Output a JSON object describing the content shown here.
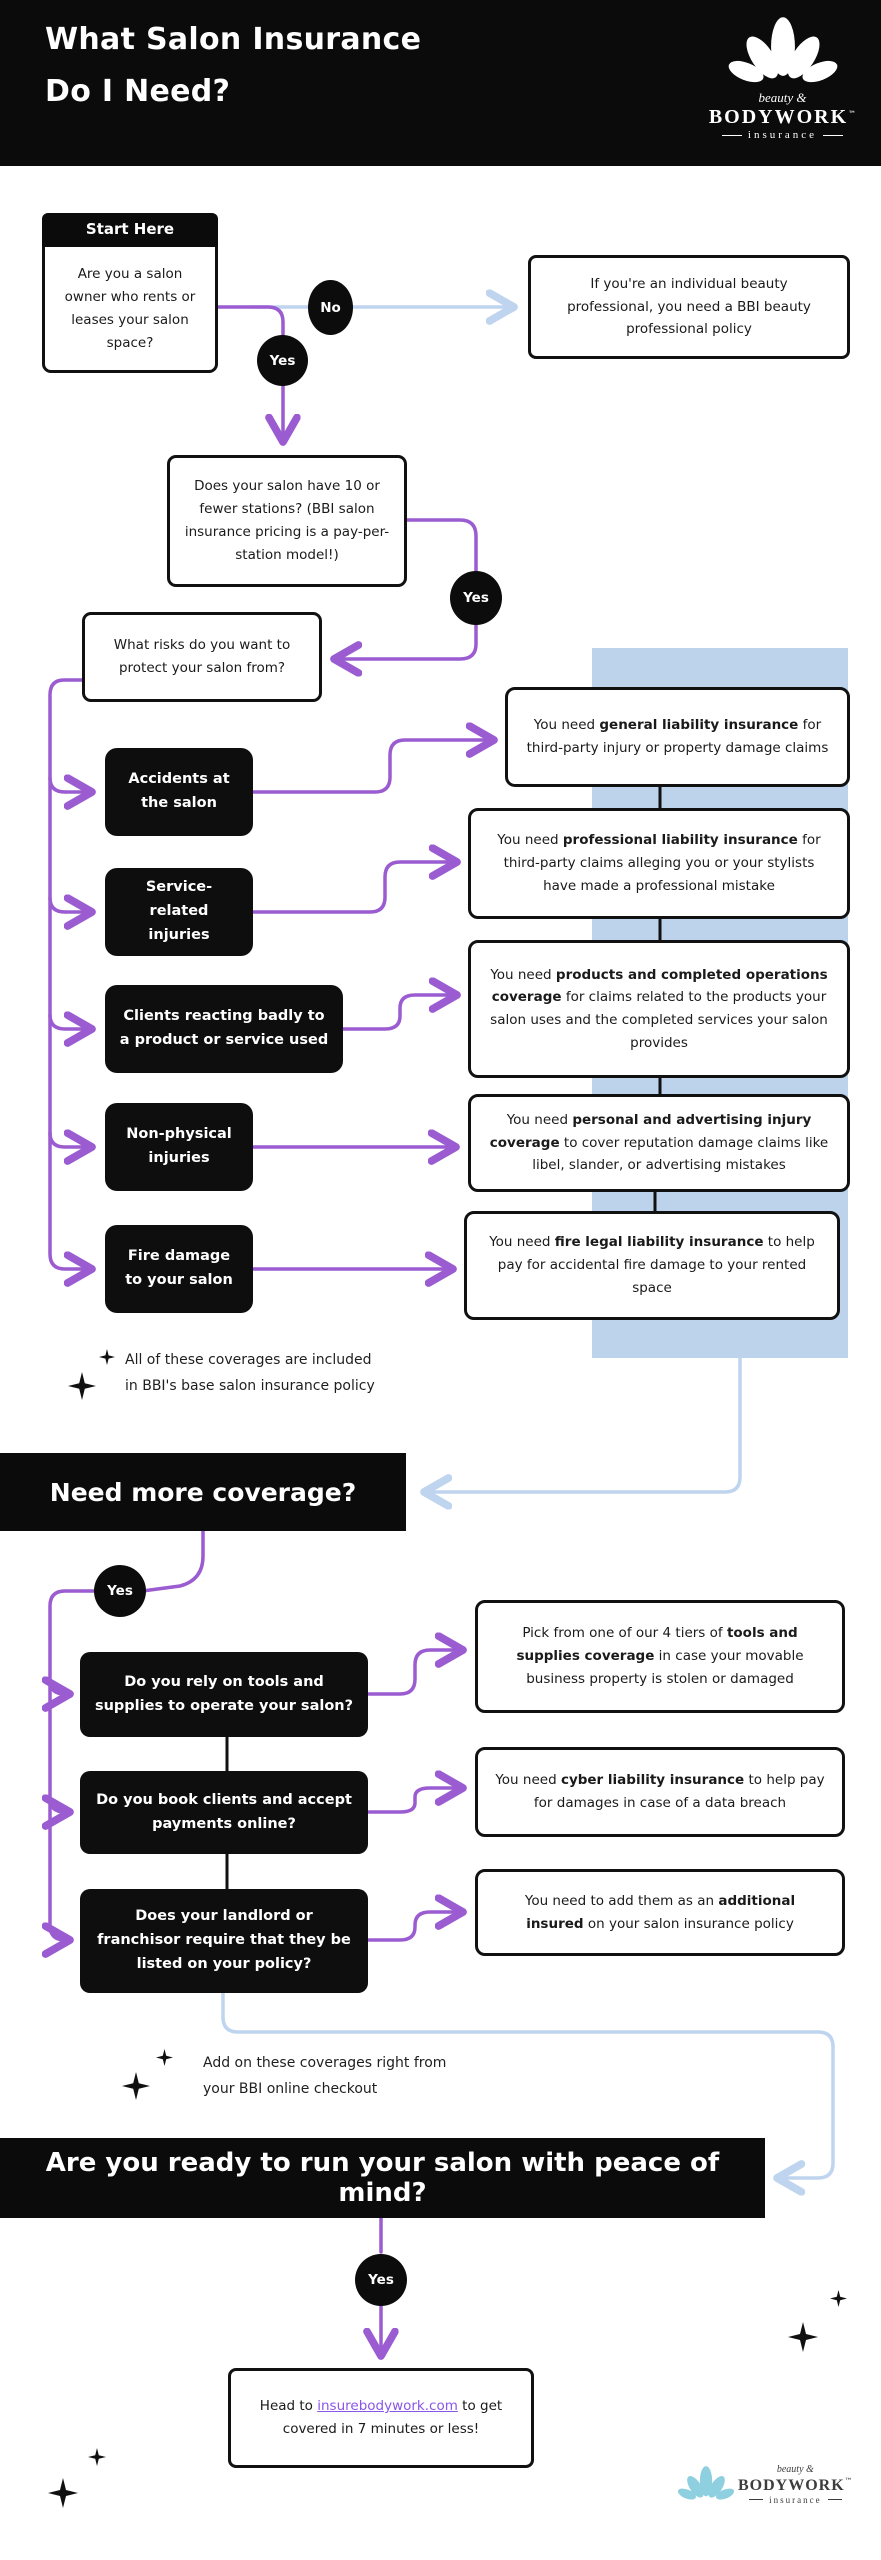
{
  "colors": {
    "purple": "#9a5cd0",
    "light_blue": "#bfd4ee",
    "panel_blue": "#bdd2eb",
    "black": "#0b0b0b",
    "link_purple": "#8a56e8"
  },
  "header": {
    "title_line1": "What Salon Insurance",
    "title_line2": "Do I Need?",
    "logo": {
      "script": "beauty &",
      "word": "BODYWORK",
      "tm": "™",
      "ins": "insurance"
    }
  },
  "flow": {
    "start_label": "Start Here",
    "q1": "Are you a salon owner who rents or leases your salon space?",
    "no_label": "No",
    "yes_label": "Yes",
    "individual_result": "If you're an individual beauty professional, you need a BBI beauty professional policy",
    "q2": "Does your salon have 10 or fewer stations? (BBI salon insurance pricing is a pay-per-station model!)",
    "q3": "What risks do you want to protect your salon from?",
    "risks": [
      {
        "label": "Accidents at the salon",
        "result": [
          {
            "t": "You need "
          },
          {
            "t": "general liability insurance",
            "b": true
          },
          {
            "t": " for third-party injury or property damage claims"
          }
        ]
      },
      {
        "label": "Service-related injuries",
        "result": [
          {
            "t": "You need "
          },
          {
            "t": "professional liability insurance",
            "b": true
          },
          {
            "t": " for third-party claims alleging you or your stylists have made a professional mistake"
          }
        ]
      },
      {
        "label": "Clients reacting badly to a product or service used",
        "result": [
          {
            "t": "You need "
          },
          {
            "t": "products and completed operations coverage",
            "b": true
          },
          {
            "t": " for claims related to the products your salon uses and the completed services your salon provides"
          }
        ]
      },
      {
        "label": "Non-physical injuries",
        "result": [
          {
            "t": "You need "
          },
          {
            "t": "personal and advertising injury coverage",
            "b": true
          },
          {
            "t": " to cover reputation damage claims like libel, slander, or advertising mistakes"
          }
        ]
      },
      {
        "label": "Fire damage to your salon",
        "result": [
          {
            "t": "You need "
          },
          {
            "t": "fire legal liability insurance",
            "b": true
          },
          {
            "t": " to help pay for accidental fire damage to your rented space"
          }
        ]
      }
    ],
    "note1_line1": "All of these coverages are included",
    "note1_line2": "in BBI's base salon insurance policy",
    "more_coverage_banner": "Need more coverage?",
    "addons": [
      {
        "q": "Do you rely on tools and supplies to operate your salon?",
        "result": [
          {
            "t": "Pick from one of our 4 tiers of "
          },
          {
            "t": "tools and supplies coverage",
            "b": true
          },
          {
            "t": " in case your movable business property is stolen or damaged"
          }
        ]
      },
      {
        "q": "Do you book clients and accept payments online?",
        "result": [
          {
            "t": "You need "
          },
          {
            "t": "cyber liability insurance",
            "b": true
          },
          {
            "t": " to help pay for damages in case of a data breach"
          }
        ]
      },
      {
        "q": "Does your landlord or franchisor require that they be listed on your policy?",
        "result": [
          {
            "t": "You need to add them as an "
          },
          {
            "t": "additional insured",
            "b": true
          },
          {
            "t": " on your salon insurance policy"
          }
        ]
      }
    ],
    "note2_line1": "Add on these coverages right from",
    "note2_line2": "your BBI online checkout",
    "ready_banner": "Are you ready to run your salon with peace of mind?",
    "final_result": [
      {
        "t": "Head to "
      },
      {
        "t": "insurebodywork.com",
        "link": true
      },
      {
        "t": " to get covered in 7 minutes or less!"
      }
    ]
  },
  "footer_logo": {
    "script": "beauty &",
    "word": "BODYWORK",
    "tm": "™",
    "ins": "insurance"
  }
}
